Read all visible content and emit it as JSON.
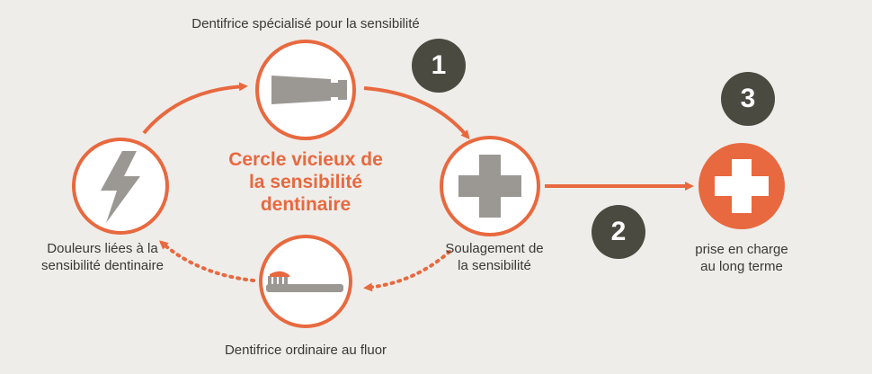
{
  "colors": {
    "background": "#efedea",
    "accent": "#e8693f",
    "icon_gray": "#9b9894",
    "badge": "#4b4a40",
    "text": "#3a3836"
  },
  "nodes": {
    "top": {
      "label": "Dentifrice spécialisé pour la sensibilité",
      "icon": "toothpaste-tube-icon"
    },
    "left": {
      "label_line1": "Douleurs liées à la",
      "label_line2": "sensibilité dentinaire",
      "icon": "lightning-bolt-icon"
    },
    "right": {
      "label_line1": "Soulagement de",
      "label_line2": "la sensibilité",
      "icon": "plus-cross-icon"
    },
    "bottom": {
      "label": "Dentifrice ordinaire au fluor",
      "icon": "toothbrush-icon"
    },
    "far_right": {
      "label_line1": "prise en charge",
      "label_line2": "au long terme",
      "icon": "white-cross-icon"
    }
  },
  "center_title": {
    "line1": "Cercle vicieux de",
    "line2": "la sensibilité",
    "line3": "dentinaire"
  },
  "badges": {
    "one": "1",
    "two": "2",
    "three": "3"
  }
}
